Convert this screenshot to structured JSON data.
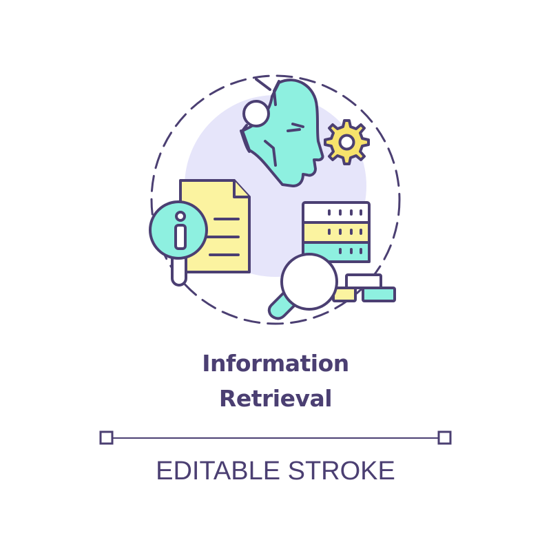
{
  "title": {
    "line1": "Information",
    "line2": "Retrieval"
  },
  "caption": "EDITABLE STROKE",
  "icon": {
    "name": "information-retrieval-icon",
    "parts": [
      "robot-head-icon",
      "gear-icon",
      "document-icon",
      "info-magnifier-icon",
      "database-icon",
      "magnifier-icon"
    ]
  },
  "colors": {
    "outline": "#4b3f72",
    "teal": "#8ef0e0",
    "yellow": "#fbf3a0",
    "lavender": "#e6e5fa",
    "gear_yellow": "#f7e26b"
  }
}
